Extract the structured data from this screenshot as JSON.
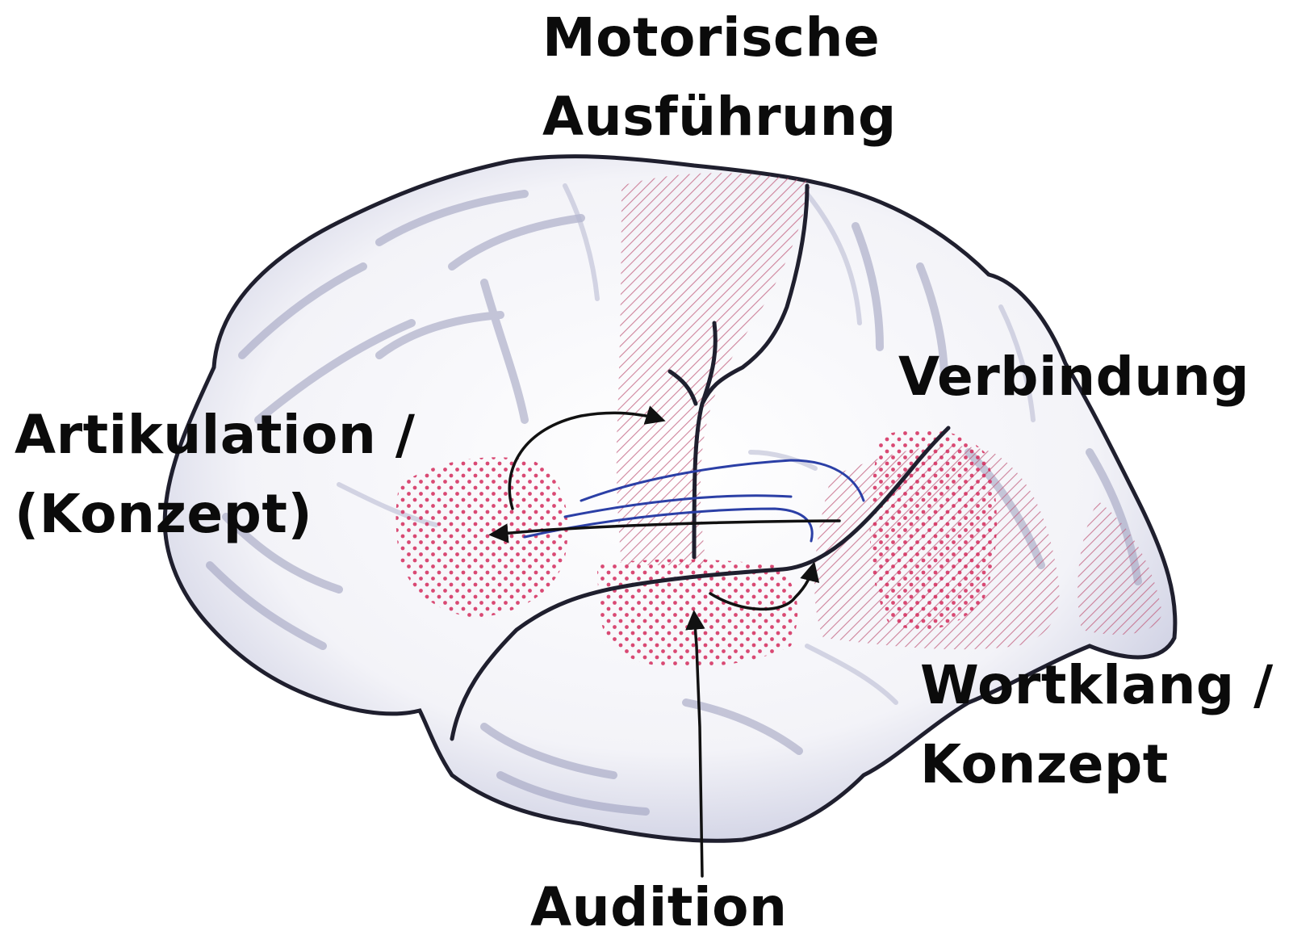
{
  "labels": {
    "motor_1": "Motorische",
    "motor_2": "Ausführung",
    "artik_1": "Artikulation /",
    "artik_2": "(Konzept)",
    "verbindung": "Verbindung",
    "wort_1": "Wortklang /",
    "wort_2": "Konzept",
    "audition": "Audition"
  },
  "colors": {
    "outline": "#1f1f2e",
    "shading": "#b4b6d0",
    "hatch": "#c05a7a",
    "dots": "#d42a5c",
    "fiber": "#2b3fa6",
    "arrow": "#111111"
  }
}
